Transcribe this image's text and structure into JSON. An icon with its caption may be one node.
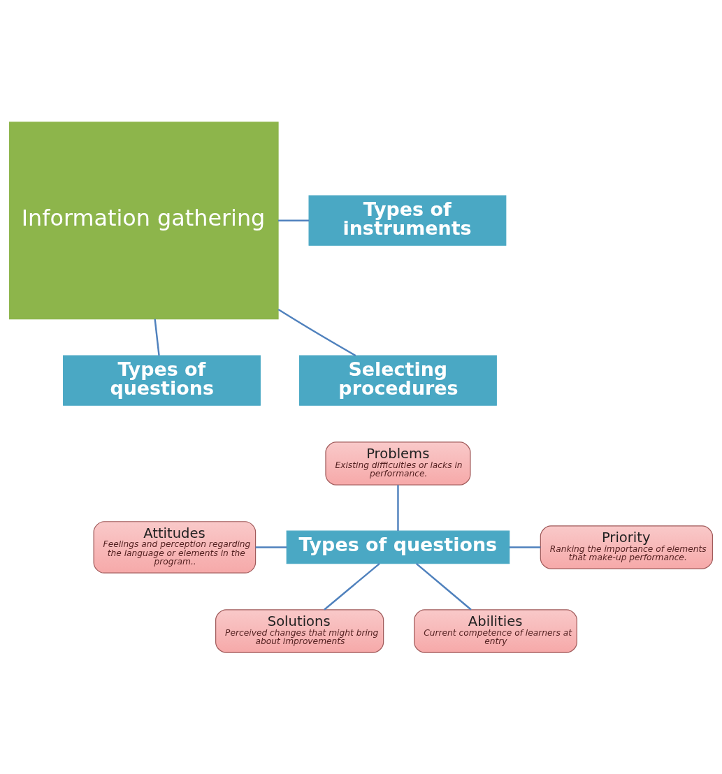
{
  "diagram": {
    "nodes": [
      {
        "text": [
          "Information gathering"
        ]
      },
      {
        "text": [
          "Types of questions"
        ]
      },
      {
        "text": [
          "Types of instruments"
        ]
      },
      {
        "text": [
          "Selecting procedures"
        ]
      },
      {
        "text": [
          "Problems",
          "Existing difficulties or lacks in performance."
        ]
      },
      {
        "text": [
          "Attitudes",
          "Feelings and perception regarding the language or elements in the program.."
        ]
      },
      {
        "text": [
          "Types of questions"
        ]
      },
      {
        "text": [
          "Priority",
          "Ranking the importance of elements that make-up performance."
        ]
      },
      {
        "text": [
          "Solutions",
          "Perceived changes that might bring about improvements"
        ]
      },
      {
        "text": [
          "Abilities",
          "Current competence of learners at entry"
        ]
      }
    ],
    "edges": [
      {
        "from": 0,
        "to": 1,
        "arrow": "none"
      },
      {
        "from": 0,
        "to": 2,
        "arrow": "none"
      },
      {
        "from": 0,
        "to": 3,
        "arrow": "none"
      },
      {
        "from": 4,
        "to": 6,
        "arrow": "none"
      },
      {
        "from": 5,
        "to": 6,
        "arrow": "none"
      },
      {
        "from": 6,
        "to": 7,
        "arrow": "none"
      },
      {
        "from": 6,
        "to": 8,
        "arrow": "none"
      },
      {
        "from": 6,
        "to": 9,
        "arrow": "none"
      }
    ]
  }
}
